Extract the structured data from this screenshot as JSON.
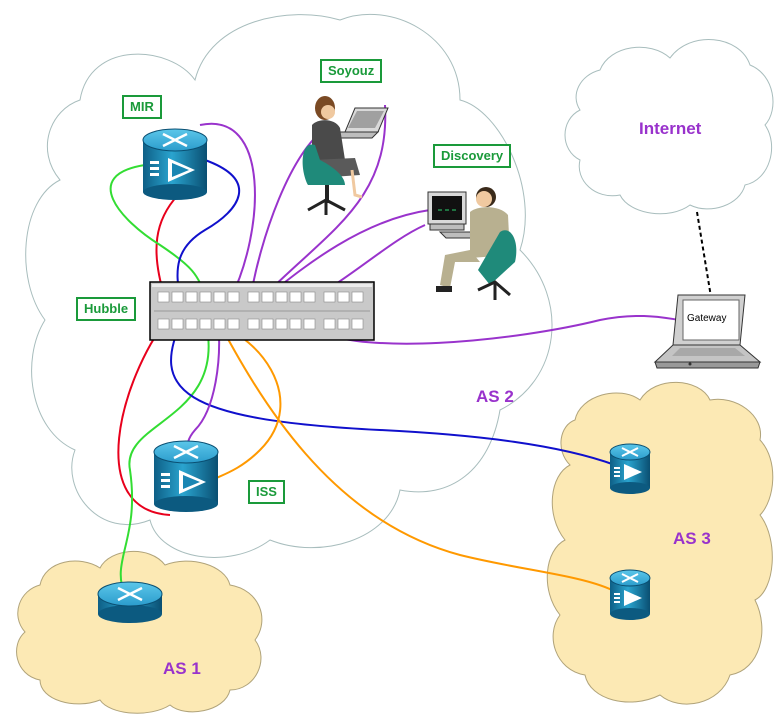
{
  "nodes": {
    "mir": "MIR",
    "soyouz": "Soyouz",
    "discovery": "Discovery",
    "hubble": "Hubble",
    "iss": "ISS",
    "gateway": "Gateway"
  },
  "zones": {
    "internet": "Internet",
    "as1": "AS 1",
    "as2": "AS 2",
    "as3": "AS 3"
  },
  "colors": {
    "label_green": "#1a9a3a",
    "zone_purple": "#9932cc",
    "as_cloud_fill": "#fce9b4",
    "link_red": "#e8001c",
    "link_green": "#33dd33",
    "link_blue": "#1010cc",
    "link_purple": "#9933cc",
    "link_orange": "#ff9900"
  }
}
